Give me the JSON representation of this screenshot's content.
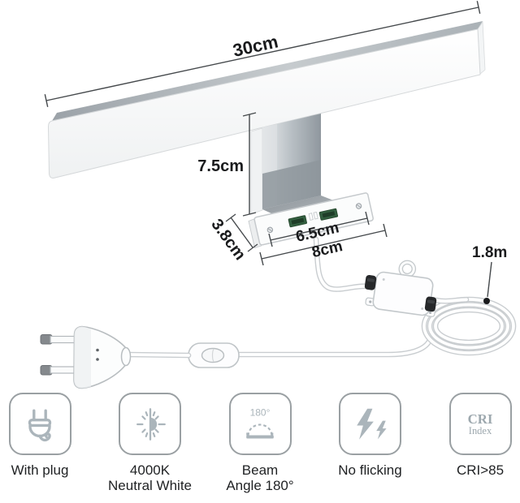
{
  "annotations": {
    "bar_length": "30cm",
    "mount_height": "7.5cm",
    "mount_depth": "3.8cm",
    "hole_spacing": "6.5cm",
    "mount_width": "8cm",
    "cable_length": "1.8m"
  },
  "features": [
    {
      "icon": "plug-icon",
      "lines": [
        "With plug"
      ]
    },
    {
      "icon": "color-temp-icon",
      "lines": [
        "4000K",
        "Neutral White"
      ]
    },
    {
      "icon": "beam-angle-icon",
      "icon_text": "180°",
      "lines": [
        "Beam",
        "Angle 180°"
      ]
    },
    {
      "icon": "no-flicker-icon",
      "lines": [
        "No flicking"
      ]
    },
    {
      "icon": "cri-index-icon",
      "icon_text_top": "CRI",
      "icon_text_bottom": "Index",
      "lines": [
        "CRI>85"
      ]
    }
  ],
  "colors": {
    "dimension_text": "#1a1b1d",
    "dimension_line": "#45494c",
    "icon_grey": "#abb5bb",
    "feature_box_border": "#9aa0a3",
    "feature_label": "#1f2123",
    "slot_green": "#336040",
    "cable_outline": "#c9cdd0",
    "metal_grey": "#9aa1a7"
  }
}
